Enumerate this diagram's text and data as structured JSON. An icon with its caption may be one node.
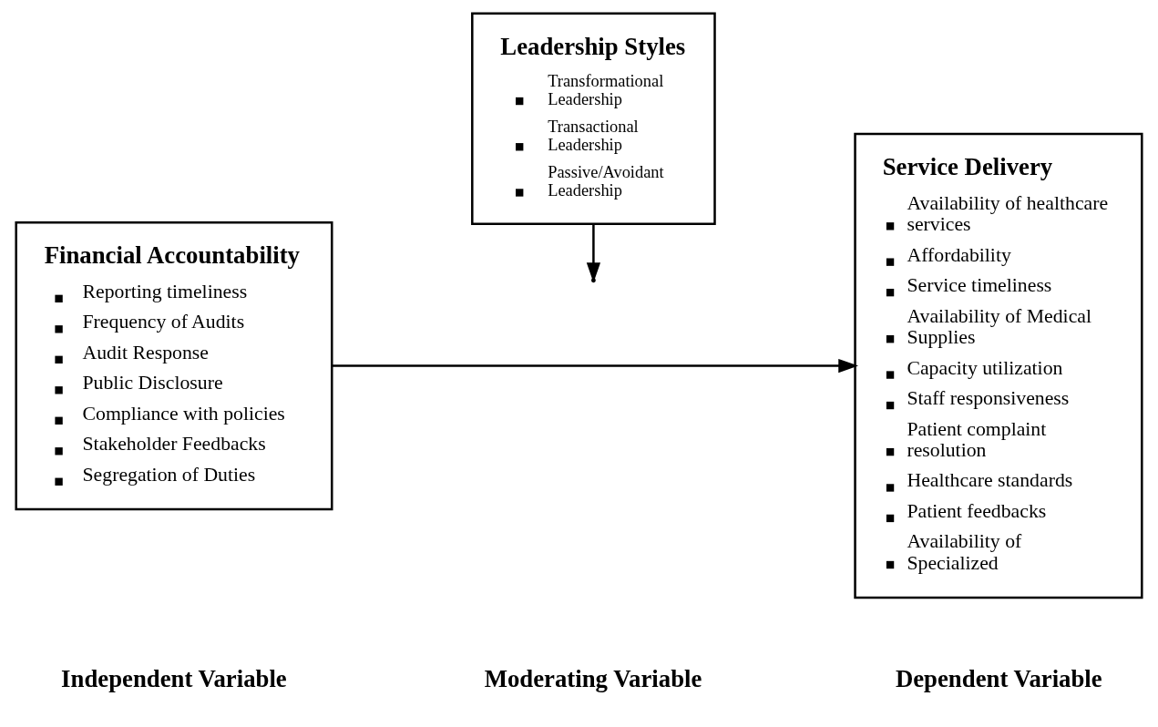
{
  "diagram": {
    "nodes": [
      {
        "text": [
          "Financial Accountability",
          "Reporting timeliness",
          "Frequency of Audits",
          "Audit Response",
          "Public Disclosure",
          "Compliance with policies",
          "Stakeholder Feedbacks",
          "Segregation of Duties"
        ]
      },
      {
        "text": [
          "Service Delivery",
          "Availability of healthcare services",
          "Affordability",
          "Service timeliness",
          "Availability of Medical Supplies",
          "Capacity utilization",
          "Staff responsiveness",
          "Patient complaint resolution",
          "Healthcare standards",
          "Patient feedbacks",
          "Availability of Specialized"
        ]
      },
      {
        "text": [
          "Leadership Styles",
          "Transformational Leadership",
          "Transactional Leadership",
          "Passive/Avoidant Leadership"
        ]
      }
    ],
    "edges": [
      {
        "from": 0,
        "to": 1,
        "arrow": "to"
      },
      {
        "from": 2,
        "to": null,
        "arrow": "to"
      }
    ],
    "labels": [
      "Independent Variable",
      "Moderating Variable",
      "Dependent Variable"
    ]
  }
}
